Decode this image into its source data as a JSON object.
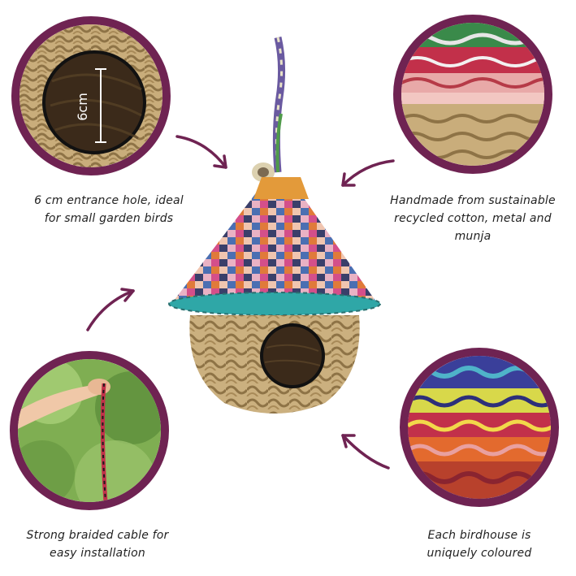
{
  "features": {
    "entrance": {
      "label": "6cm",
      "caption_line1": "6 cm entrance hole, ideal",
      "caption_line2": "for small garden birds"
    },
    "materials": {
      "caption_line1": "Handmade from sustainable",
      "caption_line2": "recycled cotton, metal and",
      "caption_line3": "munja"
    },
    "cable": {
      "caption_line1": "Strong braided cable for",
      "caption_line2": "easy installation"
    },
    "colours": {
      "caption_line1": "Each birdhouse is",
      "caption_line2": "uniquely coloured"
    }
  },
  "colors": {
    "frame": "#6f2352",
    "arrow": "#6f2352",
    "straw": "#c9ad7b",
    "straw_dark": "#8e7346"
  }
}
